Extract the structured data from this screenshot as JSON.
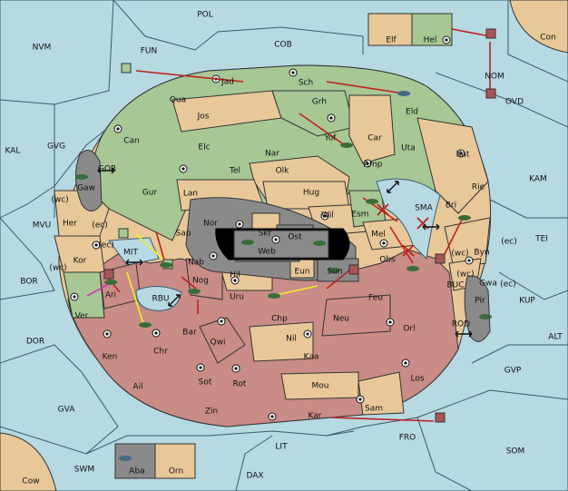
{
  "map": {
    "seas": {
      "pol": "POL",
      "nvm": "NVM",
      "fun": "FUN",
      "cob": "COB",
      "con": "Con",
      "nom": "NOM",
      "ovd": "OVD",
      "kal": "KAL",
      "gvg": "GVG",
      "gor": "GOR",
      "kam": "KAM",
      "sma": "SMA",
      "tei": "TEI",
      "mvu": "MVU",
      "bor": "BOR",
      "mit": "MIT",
      "rbu": "RBU",
      "buc": "BUC",
      "kup": "KUP",
      "dor": "DOR",
      "rod": "ROD",
      "alt": "ALT",
      "gvp": "GVP",
      "gva": "GVA",
      "fro": "FRO",
      "som": "SOM",
      "swm": "SWM",
      "lit": "LIT",
      "dax": "DAX",
      "cow": "Cow"
    },
    "provinces": {
      "elf": "Elf",
      "hel": "Hel",
      "jad": "Jad",
      "sch": "Sch",
      "qua": "Qua",
      "jos": "Jos",
      "grh": "Grh",
      "eld": "Eld",
      "can": "Can",
      "yof": "Yof",
      "car": "Car",
      "elc": "Elc",
      "nar": "Nar",
      "uta": "Uta",
      "kat": "Kat",
      "tel": "Tel",
      "amp": "Amp",
      "olk": "Olk",
      "gaw": "Gaw",
      "gur": "Gur",
      "lan": "Lan",
      "hug": "Hug",
      "rie": "Rie",
      "bri": "Bri",
      "wil": "Wil",
      "esm": "Esm",
      "nor": "Nor",
      "skr": "Skr",
      "her": "Her",
      "sap": "Sap",
      "ost": "Ost",
      "mel": "Mel",
      "web": "Web",
      "byn": "Byn",
      "kor": "Kor",
      "nab": "Nab",
      "eun": "Eun",
      "obs": "Obs",
      "sun": "Sun",
      "hil": "Hil",
      "gwa": "Gwa",
      "ari": "Ari",
      "nog": "Nog",
      "uru": "Uru",
      "feu": "Feu",
      "pir": "Pir",
      "ver": "Ver",
      "chp": "Chp",
      "neu": "Neu",
      "bar": "Bar",
      "orl": "Orl",
      "qwi": "Qwi",
      "nil": "Nil",
      "ken": "Ken",
      "chr": "Chr",
      "kaa": "Kaa",
      "los": "Los",
      "ail": "Ail",
      "sot": "Sot",
      "rot": "Rot",
      "mou": "Mou",
      "sam": "Sam",
      "zin": "Zin",
      "kar": "Kar",
      "aba": "Aba",
      "orn": "Orn"
    },
    "coast_labels": [
      "(wc)",
      "(ec)",
      "(ec)",
      "(wc)",
      "(wc)",
      "(ec)",
      "(wc)",
      "(ec)"
    ],
    "colors": {
      "sea": "#b6d9e2",
      "green_power": "#a7c795",
      "tan_power": "#e8c899",
      "red_power": "#c98c86",
      "impassable": "#8a8a8a",
      "order_arrow": "#c0201e",
      "support_arrow": "#f2ee27",
      "convoy_arrow": "#c83ab0"
    },
    "icons": [
      "army-icon",
      "fleet-icon",
      "supply-center-icon",
      "order-arrow-icon",
      "failed-order-icon"
    ]
  }
}
